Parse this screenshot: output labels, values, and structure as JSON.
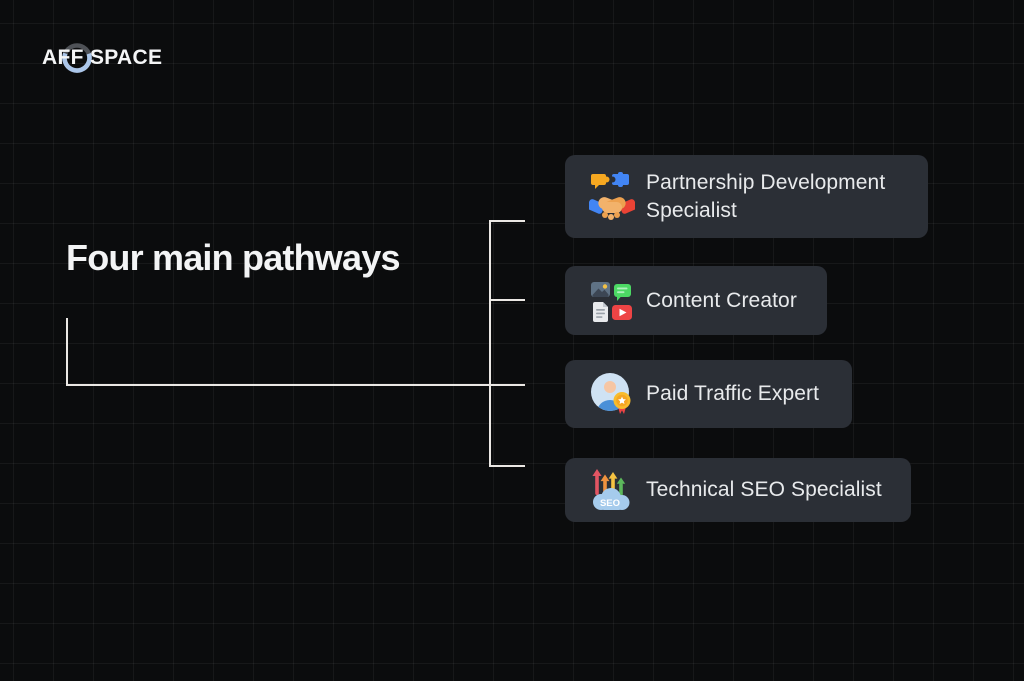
{
  "logo": {
    "prefix": "AFF",
    "suffix": "SPACE",
    "ring_icon": "logo-ring-icon"
  },
  "heading": {
    "title": "Four main pathways"
  },
  "pathways": [
    {
      "label": "Partnership Development Specialist",
      "icon": "partnership-handshake-icon"
    },
    {
      "label": "Content Creator",
      "icon": "content-media-icon"
    },
    {
      "label": "Paid Traffic Expert",
      "icon": "paid-traffic-avatar-medal-icon"
    },
    {
      "label": "Technical SEO Specialist",
      "icon": "seo-cloud-arrows-icon",
      "icon_text": "SEO"
    }
  ],
  "colors": {
    "background": "#0b0c0d",
    "grid_line": "rgba(255,255,255,0.05)",
    "card_background": "#2b2f36",
    "card_text": "#e8eaec",
    "heading_text": "#f3f4f5",
    "connector_line": "#ebe8e4",
    "logo_ring_blue": "#abc6e9",
    "logo_ring_gray": "#4f5257"
  }
}
